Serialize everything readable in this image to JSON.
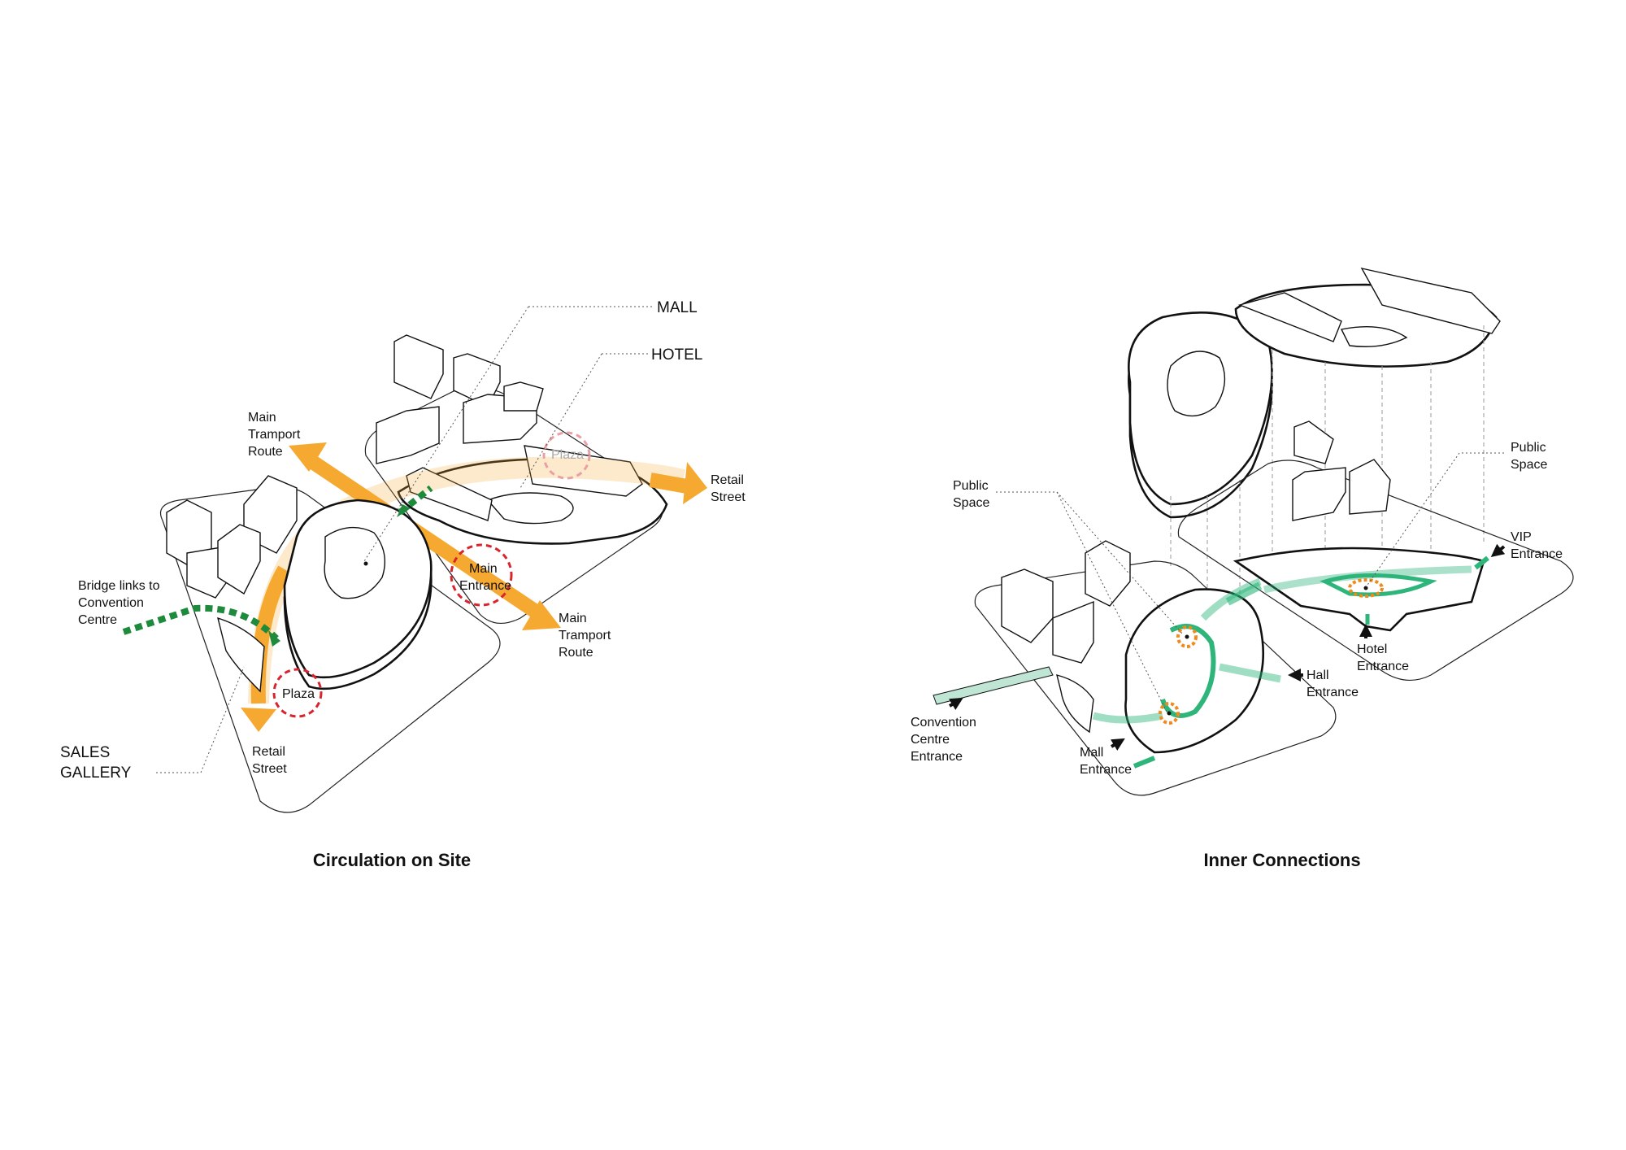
{
  "colors": {
    "orange": "#f6a930",
    "green_dash": "#1e8a3c",
    "green_path": "#2db57a",
    "red_circle": "#d9232d",
    "orange_circle": "#f08a1c"
  },
  "left": {
    "title": "Circulation on Site",
    "labels": {
      "mall": "MALL",
      "hotel": "HOTEL",
      "tramport_top": [
        "Main",
        "Tramport",
        "Route"
      ],
      "retail_right": [
        "Retail",
        "Street"
      ],
      "bridge": [
        "Bridge links to",
        "Convention",
        "Centre"
      ],
      "main_entrance": [
        "Main",
        "Entrance"
      ],
      "tramport_bottom": [
        "Main",
        "Tramport",
        "Route"
      ],
      "plaza_bottom": "Plaza",
      "plaza_top": "Plaza",
      "sales_gallery": [
        "SALES",
        "GALLERY"
      ],
      "retail_bottom": [
        "Retail",
        "Street"
      ]
    }
  },
  "right": {
    "title": "Inner Connections",
    "labels": {
      "public_space_left": [
        "Public",
        "Space"
      ],
      "public_space_right": [
        "Public",
        "Space"
      ],
      "vip_entrance": [
        "VIP",
        "Entrance"
      ],
      "hotel_entrance": [
        "Hotel",
        "Entrance"
      ],
      "hall_entrance": [
        "Hall",
        "Entrance"
      ],
      "convention_entrance": [
        "Convention",
        "Centre",
        "Entrance"
      ],
      "mall_entrance": [
        "Mall",
        "Entrance"
      ]
    }
  }
}
